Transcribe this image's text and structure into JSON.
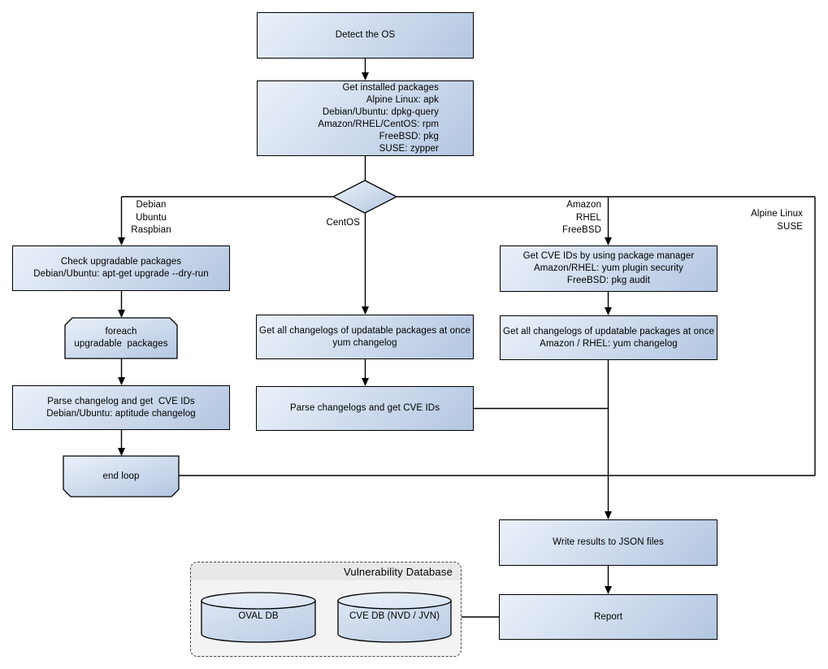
{
  "nodes": {
    "detect_os": "Detect the OS",
    "get_installed_packages": "Get installed packages\nAlpine Linux: apk\nDebian/Ubuntu: dpkg-query\nAmazon/RHEL/CentOS: rpm\nFreeBSD: pkg\nSUSE: zypper",
    "check_upgradable": "Check upgradable packages\nDebian/Ubuntu: apt-get upgrade --dry-run",
    "foreach_loop": "foreach\nupgradable  packages",
    "parse_changelog_left": "Parse changelog and get  CVE IDs\nDebian/Ubuntu: aptitude changelog",
    "end_loop": "end loop",
    "get_changelogs_centos": "Get all changelogs of updatable packages at once\nyum changelog",
    "parse_changelogs_centos": "Parse changelogs and get CVE IDs",
    "get_cve_ids_pkg_mgr": "Get CVE IDs by using package manager\nAmazon/RHEL: yum plugin security\nFreeBSD: pkg audit",
    "get_changelogs_amazon": "Get all changelogs of updatable packages at once\nAmazon / RHEL: yum changelog",
    "write_results": "Write results to JSON files",
    "report": "Report"
  },
  "branch_labels": {
    "left": "Debian\nUbuntu\nRaspbian",
    "center": "CentOS",
    "right": "Amazon\nRHEL\nFreeBSD",
    "far_right": "Alpine Linux\nSUSE"
  },
  "database_group": {
    "title": "Vulnerability Database",
    "oval_db": "OVAL DB",
    "cve_db": "CVE DB (NVD / JVN)"
  },
  "colors": {
    "background": "#ffffff",
    "border": "#000000",
    "node_gradient_start": "#ebf1fa",
    "node_gradient_end": "#b3c6e1",
    "cylinder_gradient_start": "#dce6f3",
    "cylinder_gradient_end": "#bccce5",
    "cylinder_lid_start": "#e9eff8",
    "cylinder_lid_end": "#d8e3f2",
    "group_body": "#f3f3f3",
    "group_header": "#e8e8e8"
  }
}
